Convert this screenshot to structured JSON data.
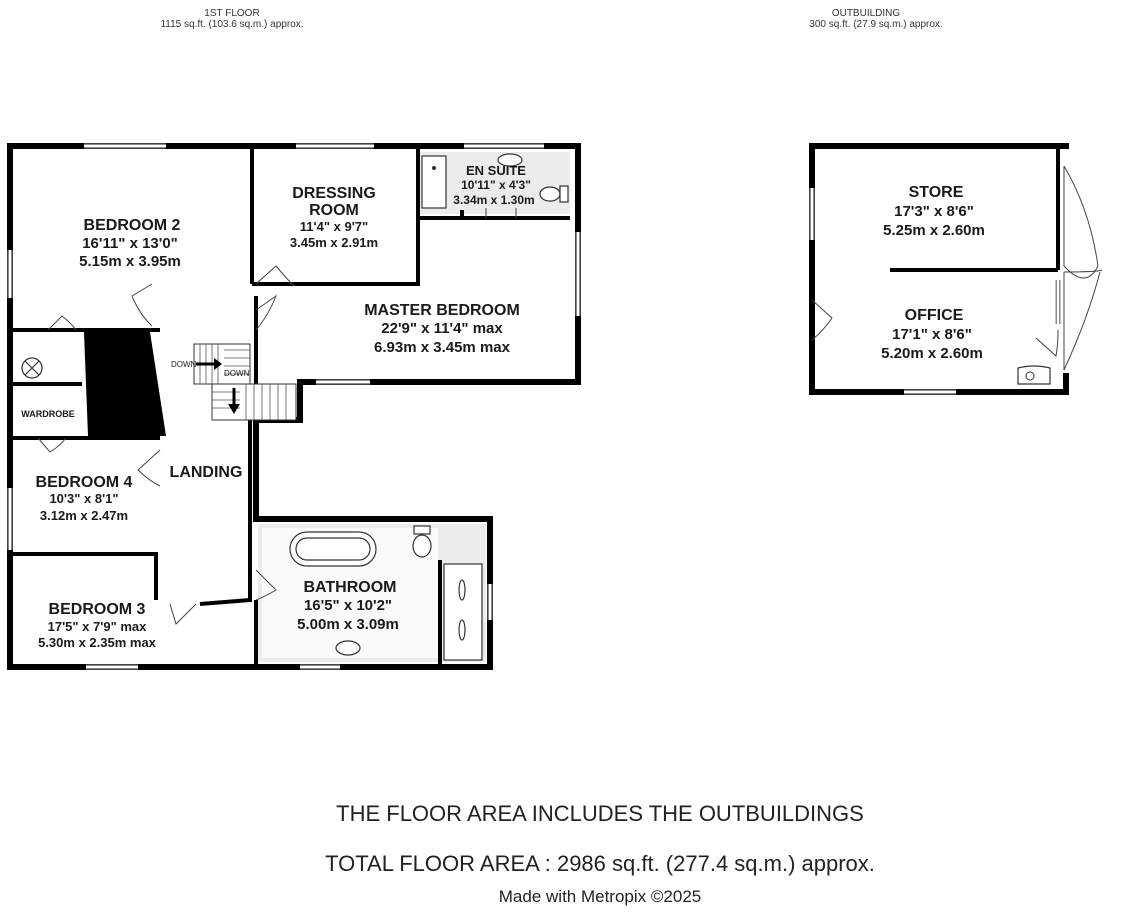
{
  "header": {
    "first_floor_title": "1ST FLOOR",
    "first_floor_area": "1115 sq.ft. (103.6 sq.m.) approx.",
    "outbuilding_title": "OUTBUILDING",
    "outbuilding_area": "300 sq.ft. (27.9 sq.m.) approx."
  },
  "rooms": {
    "bedroom2": {
      "name": "BEDROOM 2",
      "imperial": "16'11\"  x 13'0\"",
      "metric": "5.15m  x 3.95m"
    },
    "dressing": {
      "name_line1": "DRESSING",
      "name_line2": "ROOM",
      "imperial": "11'4\"  x 9'7\"",
      "metric": "3.45m  x 2.91m"
    },
    "ensuite": {
      "name": "EN SUITE",
      "imperial": "10'11\"  x 4'3\"",
      "metric": "3.34m  x 1.30m"
    },
    "master": {
      "name": "MASTER BEDROOM",
      "imperial": "22'9\"  x 11'4\" max",
      "metric": "6.93m  x 3.45m max"
    },
    "wardrobe": {
      "name": "WARDROBE"
    },
    "landing": {
      "name": "LANDING"
    },
    "bedroom4": {
      "name": "BEDROOM 4",
      "imperial": "10'3\"  x 8'1\"",
      "metric": "3.12m  x 2.47m"
    },
    "bedroom3": {
      "name": "BEDROOM 3",
      "imperial": "17'5\"  x 7'9\" max",
      "metric": "5.30m  x 2.35m max"
    },
    "bathroom": {
      "name": "BATHROOM",
      "imperial": "16'5\"  x 10'2\"",
      "metric": "5.00m  x 3.09m"
    },
    "store": {
      "name": "STORE",
      "imperial": "17'3\"  x 8'6\"",
      "metric": "5.25m  x 2.60m"
    },
    "office": {
      "name": "OFFICE",
      "imperial": "17'1\"  x 8'6\"",
      "metric": "5.20m  x 2.60m"
    }
  },
  "stairs": {
    "down_label_1": "DOWN",
    "down_label_2": "DOWN"
  },
  "footer": {
    "note": "THE FLOOR AREA INCLUDES THE OUTBUILDINGS",
    "total": "TOTAL FLOOR AREA : 2986 sq.ft. (277.4 sq.m.) approx.",
    "credit": "Made with Metropix ©2025"
  }
}
